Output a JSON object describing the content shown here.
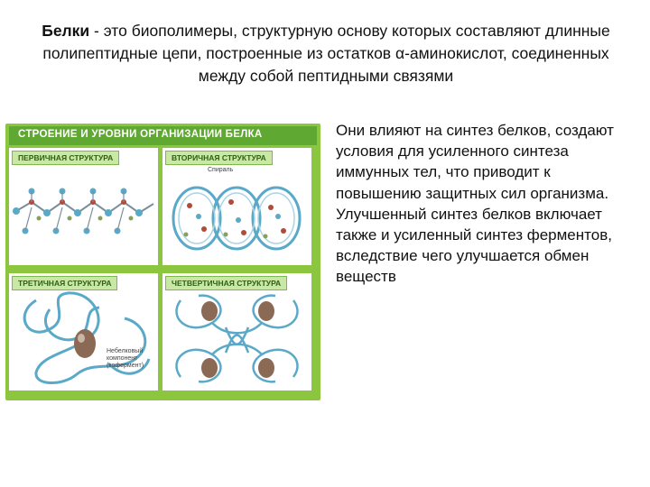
{
  "heading": {
    "term": "Белки",
    "rest": " - это биополимеры, структурную основу которых составляют длинные полипептидные цепи, построенные из остатков α-аминокислот, соединенных между собой пептидными связями"
  },
  "poster": {
    "title": "СТРОЕНИЕ И УРОВНИ ОРГАНИЗАЦИИ БЕЛКА",
    "panels": {
      "primary": "ПЕРВИЧНАЯ СТРУКТУРА",
      "secondary": "ВТОРИЧНАЯ СТРУКТУРА",
      "tertiary": "ТРЕТИЧНАЯ СТРУКТУРА",
      "quaternary": "ЧЕТВЕРТИЧНАЯ СТРУКТУРА"
    },
    "spiral_label": "Спираль",
    "cofactor_label": "Небелковый компонент (кофермент)"
  },
  "side_text": "Они влияют на синтез белков, создают условия для усиленного синтеза иммунных тел, что приводит к повышению защитных сил организма. Улучшенный синтез белков включает также и усиленный синтез ферментов, вследствие чего улучшается обмен веществ",
  "colors": {
    "poster_green": "#8cc63f",
    "band_green": "#5fa832",
    "molecule_blue": "#5aa9c8",
    "molecule_brown": "#8b6a55"
  }
}
